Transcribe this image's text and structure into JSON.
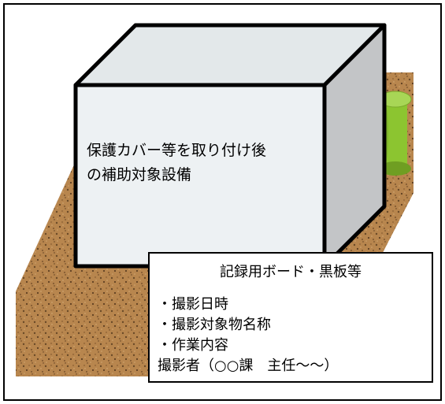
{
  "equipment_label": {
    "line1": "保護カバー等を取り付け後",
    "line2": "の補助対象設備"
  },
  "record_board": {
    "title": "記録用ボード・黒板等",
    "items": [
      "・撮影日時",
      "・撮影対象物名称",
      "・作業内容",
      "撮影者（○○課　主任～～）"
    ]
  },
  "colors": {
    "ground": "#b8864e",
    "ground_speckle": "#6b4a28",
    "box_front": "#edf1f3",
    "box_side": "#c3c5c7",
    "cylinder": "#8cc530",
    "border": "#000000"
  },
  "icons": [
    "ground-plane",
    "green-cylinder",
    "equipment-cube"
  ]
}
